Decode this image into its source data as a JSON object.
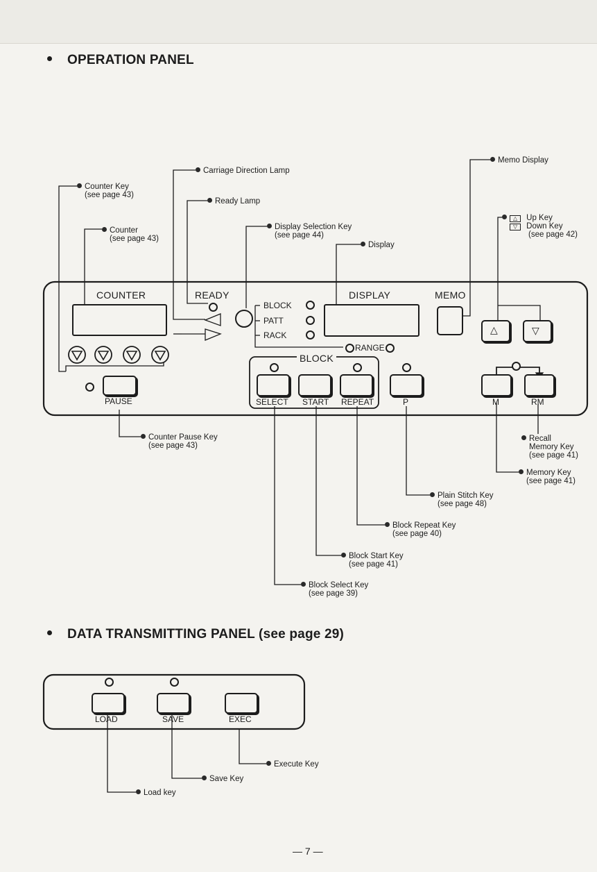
{
  "section1": {
    "title": "OPERATION PANEL"
  },
  "section2": {
    "title": "DATA TRANSMITTING PANEL (see page 29)"
  },
  "callouts": {
    "carriage_direction_lamp": "Carriage Direction Lamp",
    "memo_display": "Memo Display",
    "counter_key": "Counter Key",
    "counter_key_ref": "(see page 43)",
    "ready_lamp": "Ready Lamp",
    "counter": "Counter",
    "counter_ref": "(see page 43)",
    "display_selection_key": "Display Selection Key",
    "display_selection_ref": "(see page 44)",
    "display": "Display",
    "up_key": "Up Key",
    "down_key": "Down Key",
    "updown_ref": "(see page 42)",
    "counter_pause_key": "Counter Pause Key",
    "counter_pause_ref": "(see page 43)",
    "recall_memory_key_1": "Recall",
    "recall_memory_key_2": "Memory Key",
    "recall_memory_ref": "(see page 41)",
    "memory_key": "Memory Key",
    "memory_key_ref": "(see page 41)",
    "plain_stitch_key": "Plain Stitch Key",
    "plain_stitch_ref": "(see page 48)",
    "block_repeat_key": "Block Repeat Key",
    "block_repeat_ref": "(see page 40)",
    "block_start_key": "Block Start Key",
    "block_start_ref": "(see page 41)",
    "block_select_key": "Block Select Key",
    "block_select_ref": "(see page 39)",
    "execute_key": "Execute Key",
    "save_key": "Save Key",
    "load_key": "Load key"
  },
  "panel": {
    "counter": "COUNTER",
    "ready": "READY",
    "display": "DISPLAY",
    "memo": "MEMO",
    "block_lbl": "BLOCK",
    "patt_lbl": "PATT",
    "rack_lbl": "RACK",
    "range": "RANGE",
    "block_group": "BLOCK",
    "pause": "PAUSE",
    "select": "SELECT",
    "start": "START",
    "repeat": "REPEAT",
    "p": "P",
    "m": "M",
    "rm": "RM"
  },
  "data_panel": {
    "load": "LOAD",
    "save": "SAVE",
    "exec": "EXEC"
  },
  "page_number": "— 7 —",
  "colors": {
    "ink": "#1c1c1c",
    "paper": "#f4f3ef"
  },
  "icons": {
    "triangle_down": "counter-down-icon",
    "triangle_up": "up-arrow-icon"
  }
}
